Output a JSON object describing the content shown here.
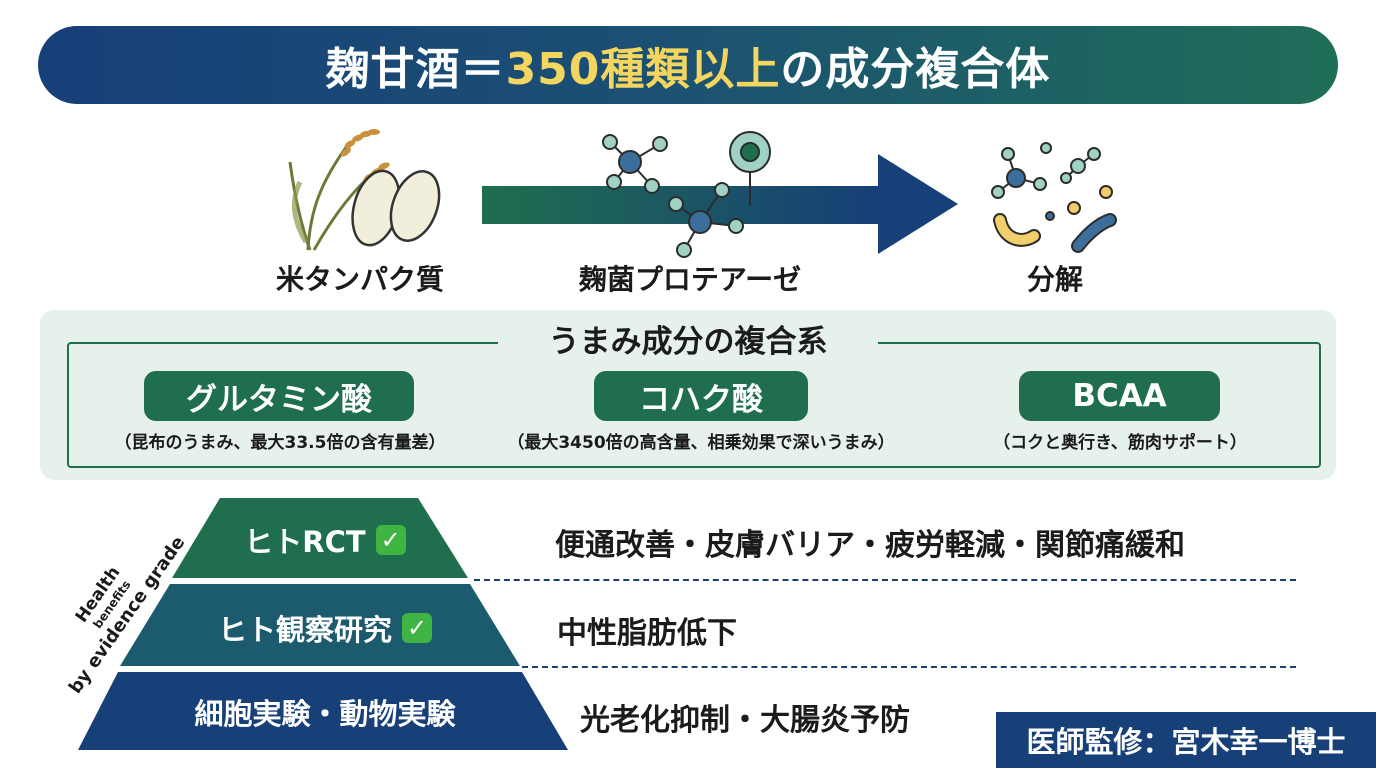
{
  "header": {
    "title_prefix": "麹甘酒＝",
    "title_highlight": "350種類以上",
    "title_suffix": "の成分複合体"
  },
  "process": {
    "step1_label": "米タンパク質",
    "step2_label": "麹菌プロテアーゼ",
    "step3_label": "分解"
  },
  "umami": {
    "title": "うまみ成分の複合系",
    "items": [
      {
        "name": "グルタミン酸",
        "desc": "（昆布のうまみ、最大33.5倍の含有量差）"
      },
      {
        "name": "コハク酸",
        "desc": "（最大3450倍の高含量、相乗効果で深いうまみ）"
      },
      {
        "name": "BCAA",
        "desc": "（コクと奥行き、筋肉サポート）"
      }
    ]
  },
  "evidence": {
    "side_label_line1": "Health",
    "side_label_line2": "benefits",
    "side_label_line3": "by evidence grade",
    "tiers": [
      {
        "label": "ヒトRCT",
        "check": "✓",
        "benefits": "便通改善・皮膚バリア・疲労軽減・関節痛緩和"
      },
      {
        "label": "ヒト観察研究",
        "check": "✓",
        "benefits": "中性脂肪低下"
      },
      {
        "label": "細胞実験・動物実験",
        "check": "",
        "benefits": "光老化抑制・大腸炎予防"
      }
    ]
  },
  "footer": {
    "supervisor": "医師監修：宮木幸一博士"
  },
  "colors": {
    "navy": "#173f78",
    "green": "#1f6e4e",
    "highlight": "#f3d560",
    "panel_bg": "#e7f1ec",
    "check_green": "#3eb543"
  },
  "icons": {
    "step1": "rice-plant-icon",
    "step2": "koji-mold-molecule-icon",
    "step3": "decomposed-molecules-icon"
  }
}
